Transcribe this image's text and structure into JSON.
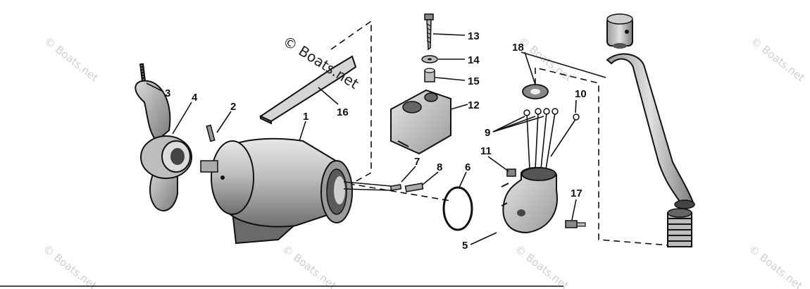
{
  "watermark": {
    "main": "© Boats.net",
    "repeat": "© Boats.net"
  },
  "part_labels": [
    "1",
    "2",
    "3",
    "4",
    "5",
    "6",
    "7",
    "8",
    "9",
    "10",
    "11",
    "12",
    "13",
    "14",
    "15",
    "16",
    "17",
    "18"
  ],
  "colors": {
    "ink": "#111111",
    "shade": "#8a8a8a",
    "watermark": "#cfcfcf"
  }
}
